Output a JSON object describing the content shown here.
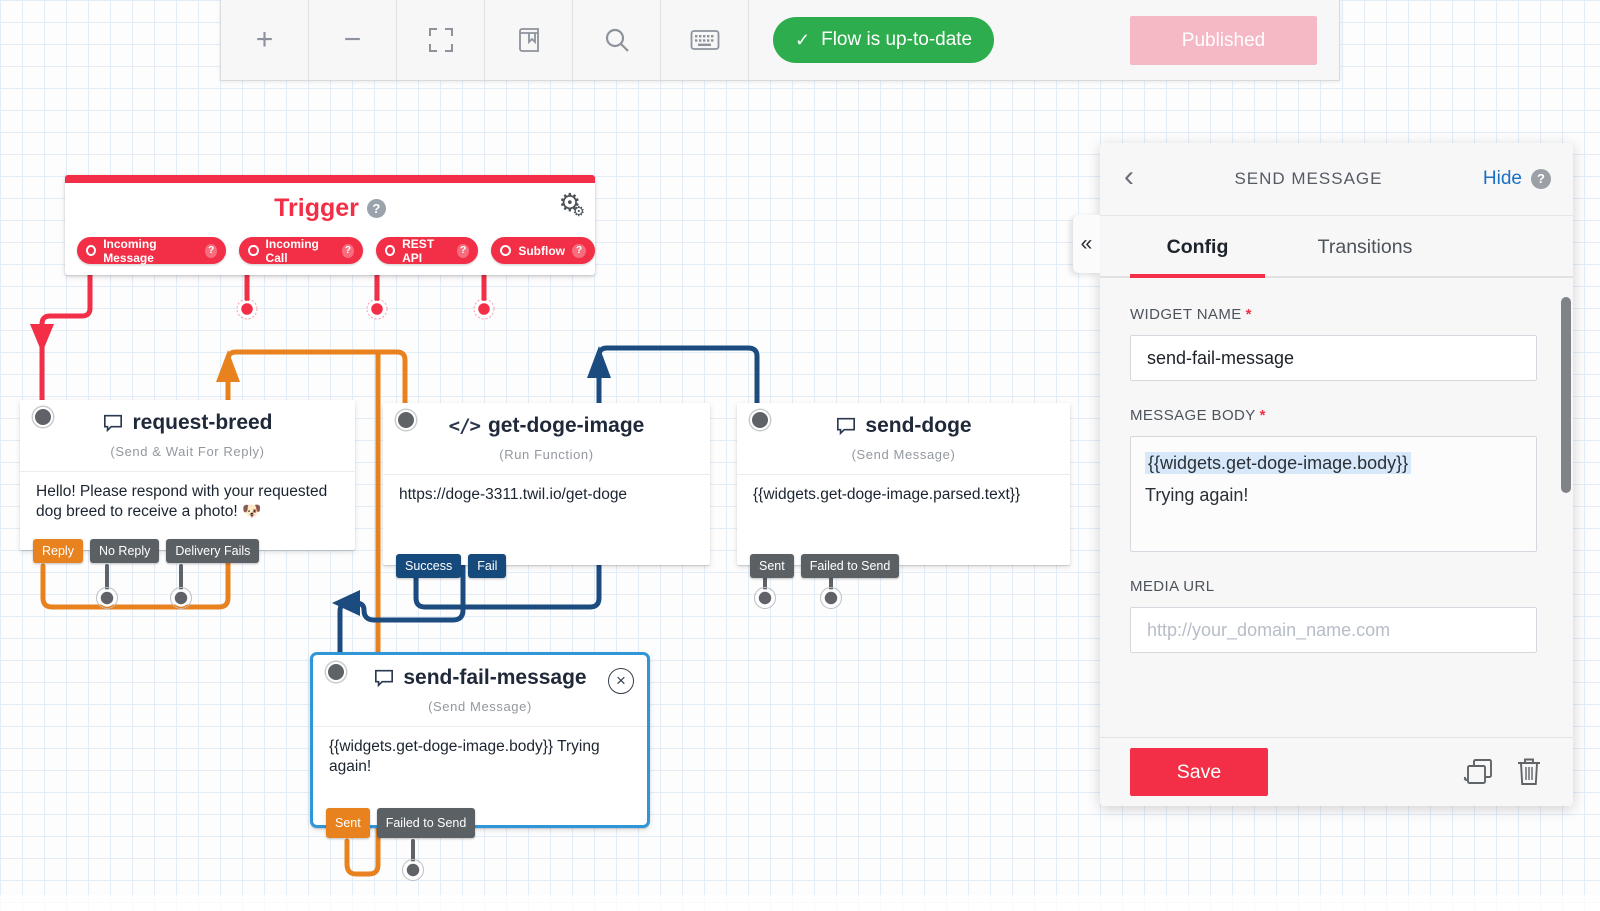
{
  "toolbar": {
    "zoom_in": "+",
    "zoom_out": "−",
    "status": "Flow is up-to-date",
    "publish": "Published"
  },
  "trigger": {
    "title": "Trigger",
    "outputs": [
      "Incoming Message",
      "Incoming Call",
      "REST API",
      "Subflow"
    ]
  },
  "widgets": [
    {
      "title": "request-breed",
      "type": "(Send & Wait For Reply)",
      "body": "Hello! Please respond with your requested dog breed to receive a photo! 🐶",
      "tags": [
        "Reply",
        "No Reply",
        "Delivery Fails"
      ]
    },
    {
      "title": "get-doge-image",
      "type": "(Run Function)",
      "body": "https://doge-3311.twil.io/get-doge",
      "tags": [
        "Success",
        "Fail"
      ]
    },
    {
      "title": "send-doge",
      "type": "(Send Message)",
      "body": "{{widgets.get-doge-image.parsed.text}}",
      "tags": [
        "Sent",
        "Failed to Send"
      ]
    },
    {
      "title": "send-fail-message",
      "type": "(Send Message)",
      "body": "{{widgets.get-doge-image.body}} Trying again!",
      "tags": [
        "Sent",
        "Failed to Send"
      ]
    }
  ],
  "panel": {
    "title": "SEND MESSAGE",
    "hide": "Hide",
    "tabs": {
      "config": "Config",
      "transitions": "Transitions"
    },
    "widget_name": {
      "label": "WIDGET NAME",
      "value": "send-fail-message"
    },
    "message_body": {
      "label": "MESSAGE BODY",
      "line1": "{{widgets.get-doge-image.body}}",
      "line2": "Trying again!"
    },
    "media_url": {
      "label": "MEDIA URL",
      "placeholder": "http://your_domain_name.com"
    },
    "save": "Save",
    "required_mark": "*"
  },
  "icons": {
    "check": "✓",
    "back": "‹",
    "collapse": "«",
    "close": "×",
    "gear": "⚙",
    "question": "?"
  },
  "colors": {
    "accent_red": "#f22f46",
    "connector_orange": "#e8821f",
    "connector_navy": "#1b4b7f",
    "status_green": "#2ead4e",
    "publish_pink": "#f5b8c5",
    "selection_blue": "#2f97d8",
    "highlight_blue": "#d7e8fa"
  }
}
